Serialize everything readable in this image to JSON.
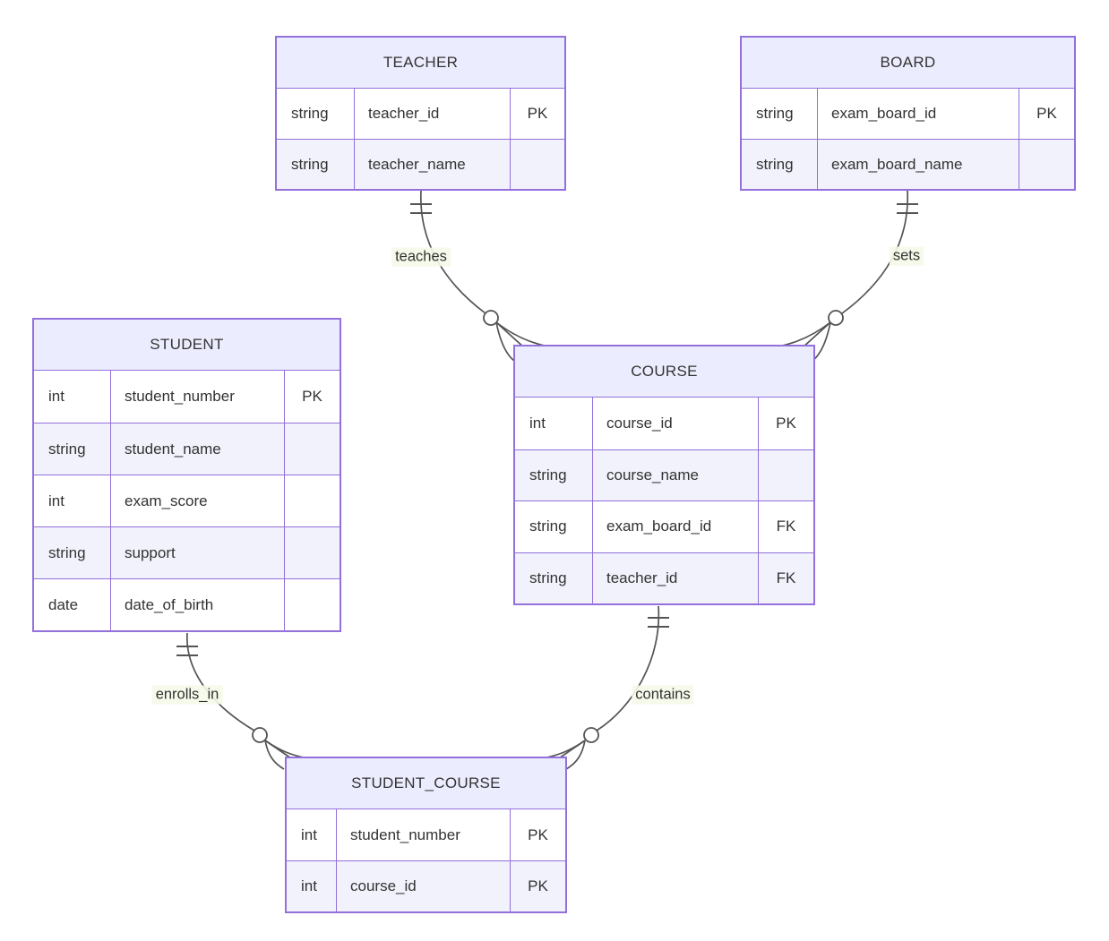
{
  "diagram_type": "entity-relationship",
  "colors": {
    "entity_border": "#9370DB",
    "entity_header_fill": "#ECECFF",
    "row_even_fill": "#f2f2fc",
    "row_odd_fill": "#ffffff",
    "line_color": "#535353",
    "text_color": "#333333",
    "relationship_label_bg": "#f4fae8"
  },
  "entities": [
    {
      "name": "TEACHER",
      "rows": [
        {
          "type": "string",
          "attr": "teacher_id",
          "key": "PK"
        },
        {
          "type": "string",
          "attr": "teacher_name",
          "key": ""
        }
      ]
    },
    {
      "name": "BOARD",
      "rows": [
        {
          "type": "string",
          "attr": "exam_board_id",
          "key": "PK"
        },
        {
          "type": "string",
          "attr": "exam_board_name",
          "key": ""
        }
      ]
    },
    {
      "name": "STUDENT",
      "rows": [
        {
          "type": "int",
          "attr": "student_number",
          "key": "PK"
        },
        {
          "type": "string",
          "attr": "student_name",
          "key": ""
        },
        {
          "type": "int",
          "attr": "exam_score",
          "key": ""
        },
        {
          "type": "string",
          "attr": "support",
          "key": ""
        },
        {
          "type": "date",
          "attr": "date_of_birth",
          "key": ""
        }
      ]
    },
    {
      "name": "COURSE",
      "rows": [
        {
          "type": "int",
          "attr": "course_id",
          "key": "PK"
        },
        {
          "type": "string",
          "attr": "course_name",
          "key": ""
        },
        {
          "type": "string",
          "attr": "exam_board_id",
          "key": "FK"
        },
        {
          "type": "string",
          "attr": "teacher_id",
          "key": "FK"
        }
      ]
    },
    {
      "name": "STUDENT_COURSE",
      "rows": [
        {
          "type": "int",
          "attr": "student_number",
          "key": "PK"
        },
        {
          "type": "int",
          "attr": "course_id",
          "key": "PK"
        }
      ]
    }
  ],
  "relationships": [
    {
      "from": "TEACHER",
      "to": "COURSE",
      "label": "teaches",
      "from_cardinality": "exactly-one",
      "to_cardinality": "zero-or-more"
    },
    {
      "from": "BOARD",
      "to": "COURSE",
      "label": "sets",
      "from_cardinality": "exactly-one",
      "to_cardinality": "zero-or-more"
    },
    {
      "from": "STUDENT",
      "to": "STUDENT_COURSE",
      "label": "enrolls_in",
      "from_cardinality": "exactly-one",
      "to_cardinality": "zero-or-more"
    },
    {
      "from": "COURSE",
      "to": "STUDENT_COURSE",
      "label": "contains",
      "from_cardinality": "exactly-one",
      "to_cardinality": "zero-or-more"
    }
  ]
}
